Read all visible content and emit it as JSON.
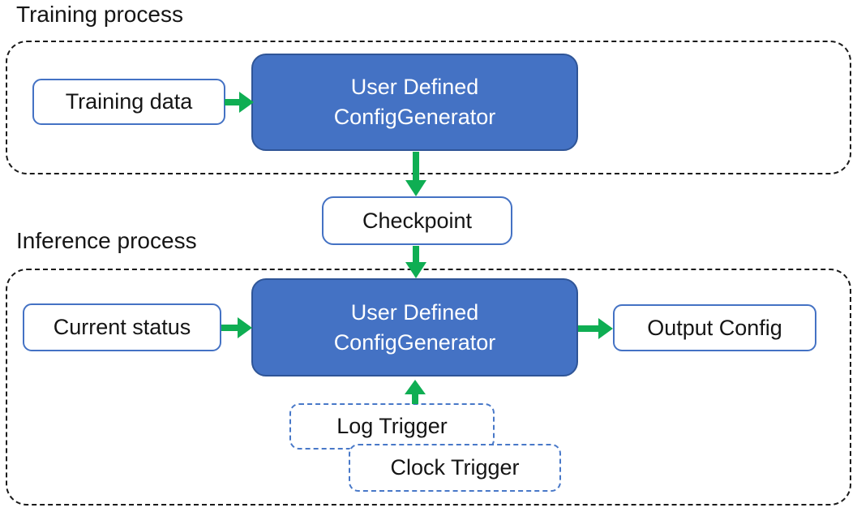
{
  "colors": {
    "blue_fill": "#4472C4",
    "blue_border": "#2F5597",
    "box_border": "#4472C4",
    "trigger_border": "#4878C8",
    "green": "#0FAE53",
    "dash": "#1a1a1a",
    "text_dark": "#151515",
    "text_light": "#FFFFFF"
  },
  "training": {
    "label": "Training process",
    "input_box": "Training data",
    "generator": {
      "line1": "User Defined",
      "line2": "ConfigGenerator"
    }
  },
  "checkpoint": {
    "label": "Checkpoint"
  },
  "inference": {
    "label": "Inference process",
    "input_box": "Current status",
    "generator": {
      "line1": "User Defined",
      "line2": "ConfigGenerator"
    },
    "output_box": "Output Config",
    "triggers": {
      "log": "Log Trigger",
      "clock": "Clock Trigger"
    }
  }
}
